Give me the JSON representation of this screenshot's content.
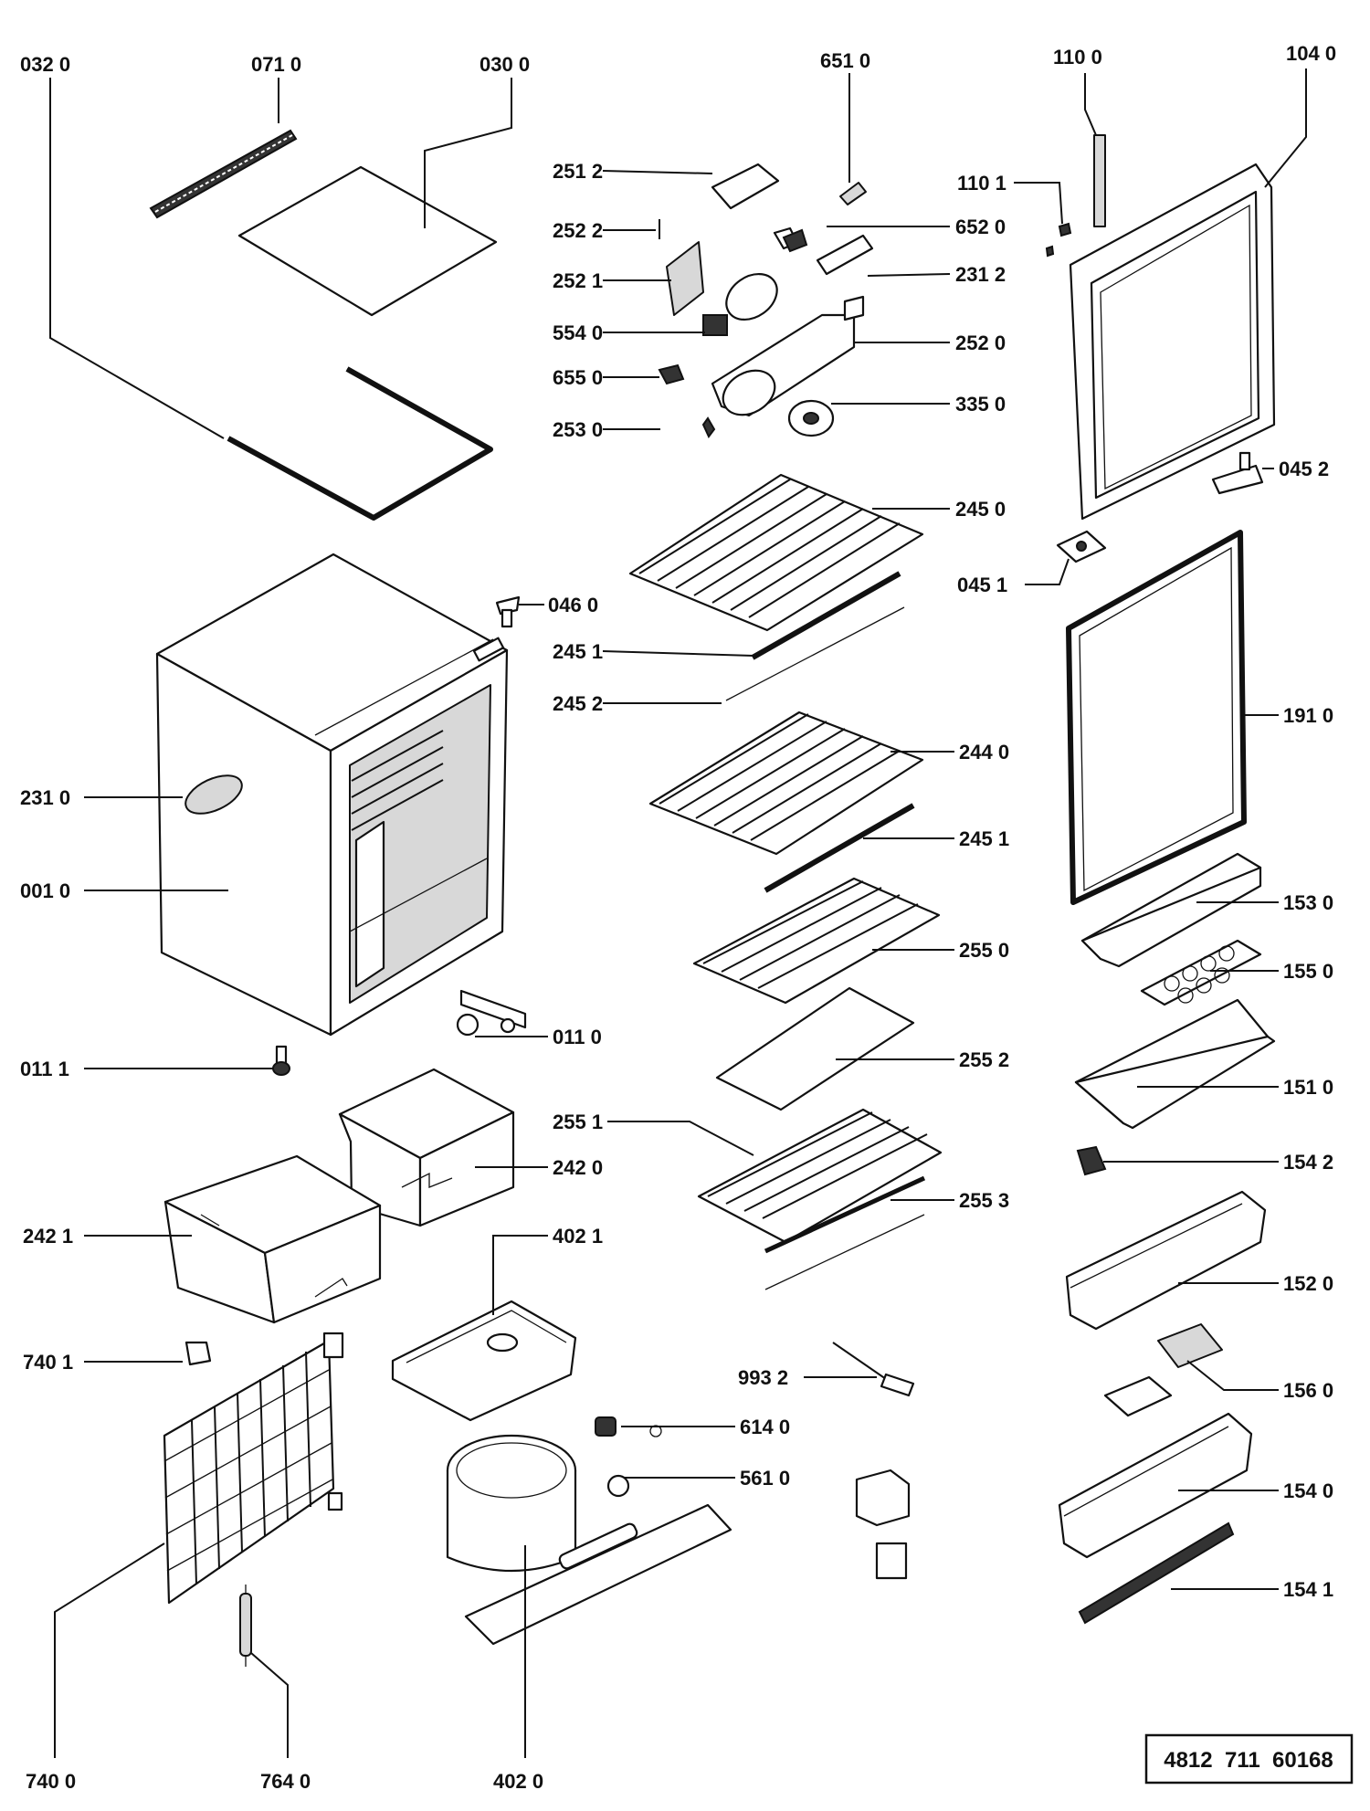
{
  "diagram": {
    "reference_number": "4812  711  60168",
    "labels": [
      {
        "id": "p0320",
        "text": "032 0"
      },
      {
        "id": "p0710",
        "text": "071 0"
      },
      {
        "id": "p0300",
        "text": "030 0"
      },
      {
        "id": "p6510",
        "text": "651 0"
      },
      {
        "id": "p1100",
        "text": "110 0"
      },
      {
        "id": "p1040",
        "text": "104 0"
      },
      {
        "id": "p2512",
        "text": "251 2"
      },
      {
        "id": "p1101",
        "text": "110 1"
      },
      {
        "id": "p2522",
        "text": "252 2"
      },
      {
        "id": "p6520",
        "text": "652 0"
      },
      {
        "id": "p2521",
        "text": "252 1"
      },
      {
        "id": "p2312",
        "text": "231 2"
      },
      {
        "id": "p5540",
        "text": "554 0"
      },
      {
        "id": "p2520",
        "text": "252 0"
      },
      {
        "id": "p6550",
        "text": "655 0"
      },
      {
        "id": "p3350",
        "text": "335 0"
      },
      {
        "id": "p2530",
        "text": "253 0"
      },
      {
        "id": "p0452",
        "text": "045 2"
      },
      {
        "id": "p2450",
        "text": "245 0"
      },
      {
        "id": "p0451",
        "text": "045 1"
      },
      {
        "id": "p0460",
        "text": "046 0"
      },
      {
        "id": "p2451a",
        "text": "245 1"
      },
      {
        "id": "p2452",
        "text": "245 2"
      },
      {
        "id": "p1910",
        "text": "191 0"
      },
      {
        "id": "p2440",
        "text": "244 0"
      },
      {
        "id": "p2310",
        "text": "231 0"
      },
      {
        "id": "p2451b",
        "text": "245 1"
      },
      {
        "id": "p0010",
        "text": "001 0"
      },
      {
        "id": "p1530",
        "text": "153 0"
      },
      {
        "id": "p2550",
        "text": "255 0"
      },
      {
        "id": "p1550",
        "text": "155 0"
      },
      {
        "id": "p0110",
        "text": "011 0"
      },
      {
        "id": "p2552",
        "text": "255 2"
      },
      {
        "id": "p0111",
        "text": "011 1"
      },
      {
        "id": "p1510",
        "text": "151 0"
      },
      {
        "id": "p2551",
        "text": "255 1"
      },
      {
        "id": "p2420",
        "text": "242 0"
      },
      {
        "id": "p1542",
        "text": "154 2"
      },
      {
        "id": "p2553",
        "text": "255 3"
      },
      {
        "id": "p2421",
        "text": "242 1"
      },
      {
        "id": "p4021",
        "text": "402 1"
      },
      {
        "id": "p1520",
        "text": "152 0"
      },
      {
        "id": "p7401",
        "text": "740 1"
      },
      {
        "id": "p9932",
        "text": "993 2"
      },
      {
        "id": "p1560",
        "text": "156 0"
      },
      {
        "id": "p6140",
        "text": "614 0"
      },
      {
        "id": "p5610",
        "text": "561 0"
      },
      {
        "id": "p1540",
        "text": "154 0"
      },
      {
        "id": "p1541",
        "text": "154 1"
      },
      {
        "id": "p7400",
        "text": "740 0"
      },
      {
        "id": "p7640",
        "text": "764 0"
      },
      {
        "id": "p4020",
        "text": "402 0"
      }
    ]
  }
}
